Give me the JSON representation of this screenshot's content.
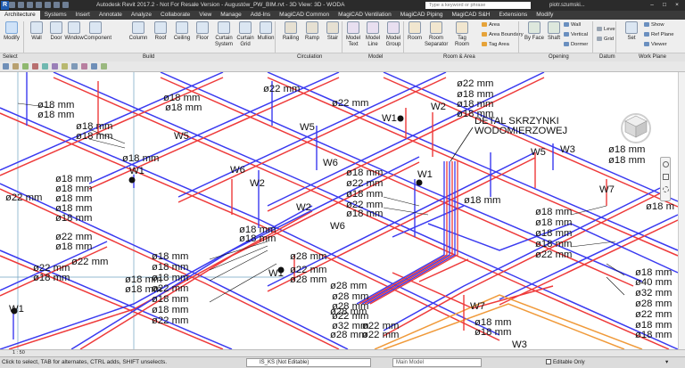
{
  "window": {
    "title": "Autodesk Revit 2017.2 - Not For Resale Version -    Augustów_PW_BIM.rvt - 3D View: 3D - WODA",
    "search_placeholder": "Type a keyword or phrase",
    "user": "piotr.szumski..."
  },
  "tabs": [
    "Architecture",
    "Systems",
    "Insert",
    "Annotate",
    "Analyze",
    "Collaborate",
    "View",
    "Manage",
    "Add-Ins",
    "MagiCAD Common",
    "MagiCAD Ventilation",
    "MagiCAD Piping",
    "MagiCAD S&H",
    "Extensions",
    "Modify"
  ],
  "active_tab": "Architecture",
  "ribbon": {
    "modify": "Modify",
    "build": [
      {
        "label": "Wall",
        "icon": "wall-icon"
      },
      {
        "label": "Door",
        "icon": "door-icon"
      },
      {
        "label": "Window",
        "icon": "window-icon"
      },
      {
        "label": "Component",
        "icon": "component-icon"
      },
      {
        "label": "Column",
        "icon": "column-icon"
      },
      {
        "label": "Roof",
        "icon": "roof-icon"
      },
      {
        "label": "Ceiling",
        "icon": "ceiling-icon"
      },
      {
        "label": "Floor",
        "icon": "floor-icon"
      },
      {
        "label": "Curtain System",
        "icon": "curtain-system-icon"
      },
      {
        "label": "Curtain Grid",
        "icon": "curtain-grid-icon"
      },
      {
        "label": "Mullion",
        "icon": "mullion-icon"
      }
    ],
    "circulation": [
      {
        "label": "Railing",
        "icon": "railing-icon"
      },
      {
        "label": "Ramp",
        "icon": "ramp-icon"
      },
      {
        "label": "Stair",
        "icon": "stair-icon"
      }
    ],
    "model": [
      {
        "label": "Model Text",
        "icon": "model-text-icon"
      },
      {
        "label": "Model Line",
        "icon": "model-line-icon"
      },
      {
        "label": "Model Group",
        "icon": "model-group-icon"
      }
    ],
    "room_area": [
      {
        "label": "Room",
        "icon": "room-icon"
      },
      {
        "label": "Room Separator",
        "icon": "room-separator-icon"
      },
      {
        "label": "Tag Room",
        "icon": "tag-room-icon"
      }
    ],
    "room_area_small": [
      "Area",
      "Area Boundary",
      "Tag Area"
    ],
    "opening": [
      {
        "label": "By Face",
        "icon": "by-face-icon"
      },
      {
        "label": "Shaft",
        "icon": "shaft-icon"
      }
    ],
    "opening_small": [
      "Wall",
      "Vertical",
      "Dormer"
    ],
    "datum_small": [
      "Level",
      "Grid"
    ],
    "workplane": [
      {
        "label": "Set",
        "icon": "set-icon"
      }
    ],
    "workplane_small": [
      "Show",
      "Ref Plane",
      "Viewer"
    ],
    "panels": [
      "Select",
      "Build",
      "Circulation",
      "Model",
      "Room & Area",
      "Opening",
      "Datum",
      "Work Plane"
    ]
  },
  "view_labels": [
    {
      "text": "ø18 mm"
    },
    {
      "text": "ø18 mm"
    },
    {
      "text": "ø18 mm"
    },
    {
      "text": "ø18 mm"
    },
    {
      "text": "ø18 mm"
    },
    {
      "text": "ø18 mm"
    },
    {
      "text": "ø22 mm"
    },
    {
      "text": "ø22 mm"
    },
    {
      "text": "ø22 mm"
    },
    {
      "text": "ø18 mm"
    },
    {
      "text": "ø18 mm"
    },
    {
      "text": "ø18 mm"
    },
    {
      "text": "ø18 mm"
    },
    {
      "text": "ø22 mm"
    },
    {
      "text": "ø18 mm"
    },
    {
      "text": "ø18 mm"
    },
    {
      "text": "ø18 mm"
    },
    {
      "text": "ø18 mm"
    },
    {
      "text": "ø18 mm"
    },
    {
      "text": "ø22 mm"
    },
    {
      "text": "ø18 mm"
    },
    {
      "text": "ø22 mm"
    },
    {
      "text": "ø18 mm"
    },
    {
      "text": "ø18 mm"
    },
    {
      "text": "ø18 mm"
    },
    {
      "text": "ø18 mm"
    },
    {
      "text": "ø18 mm"
    },
    {
      "text": "ø22 mm"
    },
    {
      "text": "ø18 mm"
    },
    {
      "text": "ø18 mm"
    },
    {
      "text": "ø22 mm"
    },
    {
      "text": "ø22 mm"
    },
    {
      "text": "ø18 mm"
    },
    {
      "text": "ø18 mm"
    },
    {
      "text": "ø18 mm"
    },
    {
      "text": "ø18 mm"
    },
    {
      "text": "ø22 mm"
    },
    {
      "text": "ø18 mm"
    },
    {
      "text": "ø22 mm"
    },
    {
      "text": "ø18 mm"
    },
    {
      "text": "ø28 mm"
    },
    {
      "text": "ø22 mm"
    },
    {
      "text": "ø28 mm"
    },
    {
      "text": "ø28 mm"
    },
    {
      "text": "ø28 mm"
    },
    {
      "text": "ø28 mm"
    },
    {
      "text": "ø22 mm"
    },
    {
      "text": "ø32 mm"
    },
    {
      "text": "ø28 mm"
    },
    {
      "text": "ø22 mm"
    },
    {
      "text": "ø28 mm"
    },
    {
      "text": "ø22 mm"
    },
    {
      "text": "ø18 mm"
    },
    {
      "text": "ø18 mm"
    },
    {
      "text": "ø18 mm"
    },
    {
      "text": "ø18 mm"
    },
    {
      "text": "ø18 mm"
    },
    {
      "text": "ø22 mm"
    },
    {
      "text": "ø18 mm"
    },
    {
      "text": "ø18 mm"
    },
    {
      "text": "ø18 mm"
    },
    {
      "text": "ø40 mm"
    },
    {
      "text": "ø32 mm"
    },
    {
      "text": "ø28 mm"
    },
    {
      "text": "ø22 mm"
    },
    {
      "text": "ø18 mm"
    },
    {
      "text": "ø18 mm"
    },
    {
      "text": "ø18 mm"
    },
    {
      "text": "ø18 mm"
    },
    {
      "text": "ø18 m"
    }
  ],
  "riser_tags": [
    "W1",
    "W1",
    "W1",
    "W1",
    "W1",
    "W2",
    "W2",
    "W2",
    "W3",
    "W3",
    "W5",
    "W5",
    "W5",
    "W6",
    "W6",
    "W6",
    "W7",
    "W7"
  ],
  "detail_label": [
    "DETAL SKRZYNKI",
    "WODOMIERZOWEJ"
  ],
  "view_scale": "1 : 50",
  "status": {
    "message": "Click to select, TAB for alternates, CTRL adds, SHIFT unselects.",
    "workset": "IS_KS (Not Editable)",
    "model": "Main Model",
    "editable_only": "Editable Only"
  },
  "colors": {
    "cold_pipe": "#3a3af0",
    "hot_pipe": "#ee3a3a",
    "drain": "#f09a3a",
    "grid": "#6fa0c0"
  }
}
